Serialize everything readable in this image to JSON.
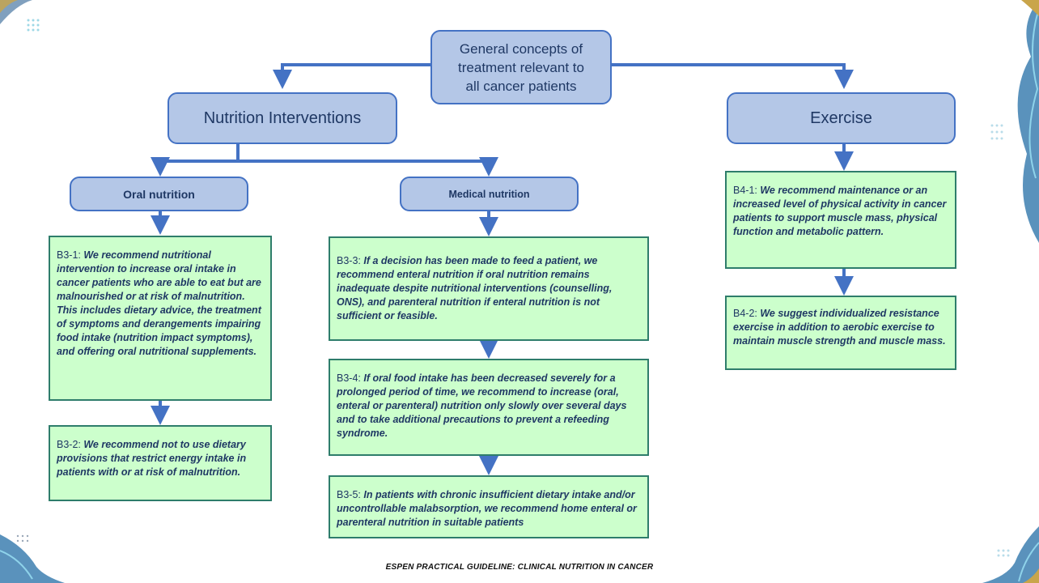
{
  "root": {
    "lines": [
      "General concepts of",
      "treatment relevant to",
      "all cancer patients"
    ]
  },
  "nutrition": {
    "label": "Nutrition Interventions"
  },
  "exercise": {
    "label": "Exercise"
  },
  "oral": {
    "label": "Oral nutrition"
  },
  "medical": {
    "label": "Medical nutrition"
  },
  "recommendations": {
    "b31": {
      "code": "B3-1: ",
      "text": "We recommend nutritional intervention to increase oral intake in cancer patients who are able to eat but are malnourished or at risk of malnutrition. This includes dietary advice, the treatment of symptoms and derangements impairing food intake (nutrition impact symptoms), and offering oral nutritional supplements."
    },
    "b32": {
      "code": "B3-2:  ",
      "text": "We recommend not to use dietary provisions that restrict energy intake in patients with or at risk of malnutrition."
    },
    "b33": {
      "code": "B3-3:  ",
      "text": "If a decision has been made to feed a patient, we recommend enteral nutrition if oral nutrition remains inadequate despite nutritional interventions (counselling, ONS), and parenteral nutrition if enteral nutrition is not sufficient or feasible."
    },
    "b34": {
      "code": "B3-4: ",
      "text": "If oral food intake has been decreased severely for a prolonged period of time, we recommend to increase (oral, enteral or parenteral) nutrition only slowly over several days and to take additional precautions to prevent a refeeding syndrome."
    },
    "b35": {
      "code": "B3-5: ",
      "text": "In patients with chronic insufficient dietary intake and/or uncontrollable malabsorption, we recommend home enteral or parenteral nutrition in suitable patients"
    },
    "b41": {
      "code": "B4-1:  ",
      "text": "We recommend maintenance or an increased level of physical activity in cancer patients to support muscle mass, physical function and metabolic pattern."
    },
    "b42": {
      "code": "B4-2: ",
      "text": "We suggest individualized resistance exercise in addition to aerobic exercise to maintain muscle strength and muscle mass."
    }
  },
  "footer": {
    "text": "ESPEN PRACTICAL GUIDELINE: CLINICAL NUTRITION IN CANCER"
  },
  "colors": {
    "header_fill": "#b4c7e7",
    "header_border": "#4472c4",
    "rec_fill": "#ccffcc",
    "rec_border": "#2e7d6b",
    "arrow": "#4472c4",
    "text": "#1f3864"
  }
}
